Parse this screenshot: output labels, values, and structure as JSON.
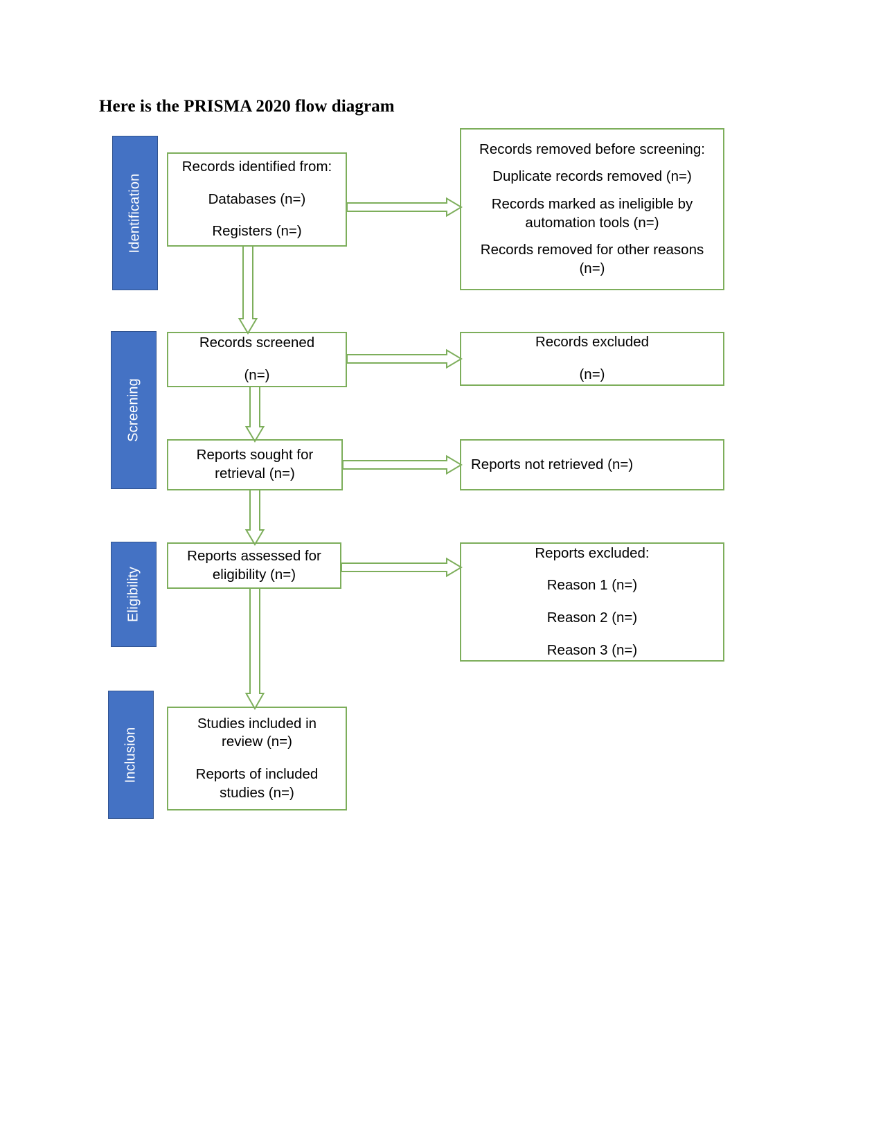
{
  "title": "Here is the PRISMA 2020 flow diagram",
  "stages": [
    {
      "id": "identification",
      "label": "Identification"
    },
    {
      "id": "screening",
      "label": "Screening"
    },
    {
      "id": "eligibility",
      "label": "Eligibility"
    },
    {
      "id": "inclusion",
      "label": "Inclusion"
    }
  ],
  "boxes": {
    "records_identified": {
      "lines": [
        "Records identified from:",
        "Databases (n=)",
        "Registers (n=)"
      ]
    },
    "records_removed": {
      "lines": [
        "Records removed before screening:",
        "Duplicate records removed (n=)",
        "Records marked as ineligible by",
        "automation tools (n=)",
        "Records removed for other reasons",
        "(n=)"
      ]
    },
    "records_screened": {
      "lines": [
        "Records screened",
        "(n=)"
      ]
    },
    "records_excluded": {
      "lines": [
        "Records excluded",
        "(n=)"
      ]
    },
    "reports_sought": {
      "lines": [
        "Reports sought for",
        "retrieval (n=)"
      ]
    },
    "reports_not_retrieved": {
      "lines": [
        "Reports not retrieved (n=)"
      ]
    },
    "reports_assessed": {
      "lines": [
        "Reports assessed for",
        "eligibility (n=)"
      ]
    },
    "reports_excluded": {
      "lines": [
        "Reports excluded:",
        "Reason 1 (n=)",
        "Reason 2 (n=)",
        "Reason 3 (n=)"
      ]
    },
    "studies_included": {
      "lines": [
        "Studies included in",
        "review (n=)",
        "Reports of included",
        "studies (n=)"
      ]
    }
  },
  "colors": {
    "stage_bar_fill": "#4472C4",
    "stage_bar_border": "#2F528F",
    "box_border": "#7DAE5B",
    "arrow": "#7DAE5B",
    "text": "#000000",
    "stage_label_text": "#FFFFFF",
    "background": "#FFFFFF"
  }
}
